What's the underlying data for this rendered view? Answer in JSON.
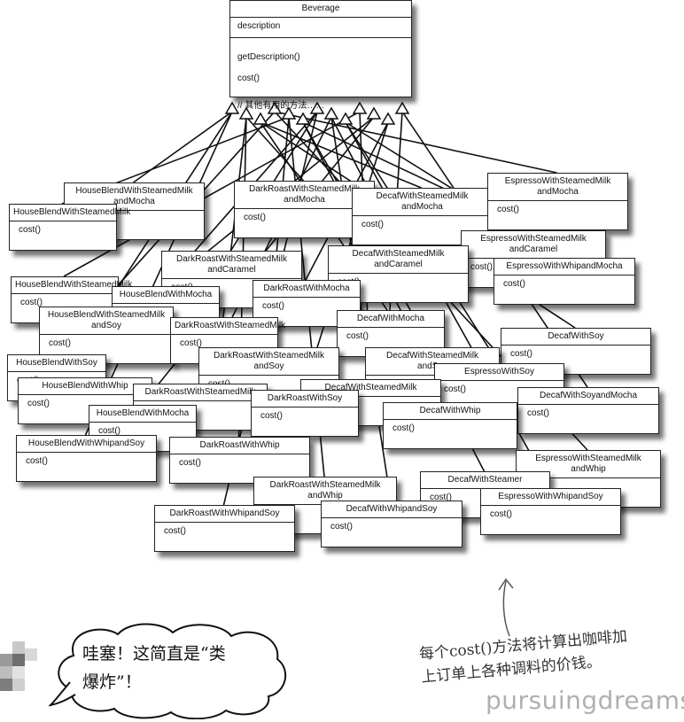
{
  "superclass": {
    "name": "Beverage",
    "attribute": "description",
    "methods": [
      "getDescription()",
      "cost()",
      "// 其他有用的方法……"
    ]
  },
  "method_label": "cost()",
  "subclasses": [
    "HouseBlendWithSteamedMilk\nandMocha",
    "DarkRoastWithSteamedMilk\nandMocha",
    "DecafWithSteamedMilk\nandMocha",
    "EspressoWithSteamedMilk\nandMocha",
    "HouseBlendWithSteamedMilk",
    "EspressoWithSteamedMilk\nandCaramel",
    "DarkRoastWithSteamedMilk\nandCaramel",
    "DecafWithSteamedMilk\nandCaramel",
    "EspressoWithWhipandMocha",
    "HouseBlendWithSteamedMilk",
    "HouseBlendWithMocha",
    "DarkRoastWithMocha",
    "DecafWithMocha",
    "HouseBlendWithSteamedMilk\nandSoy",
    "DarkRoastWithSteamedMilk",
    "DecafWithSoy",
    "HouseBlendWithSoy",
    "DarkRoastWithSteamedMilk\nandSoy",
    "DecafWithSteamedMilk\nandSoy",
    "HouseBlendWithWhip",
    "DarkRoastWithSteamedMilk",
    "EspressoWithSoy",
    "DecafWithSteamedMilk",
    "HouseBlendWithMocha",
    "DarkRoastWithSoy",
    "DecafWithSoyandMocha",
    "HouseBlendWithWhipandSoy",
    "DarkRoastWithWhip",
    "DecafWithWhip",
    "EspressoWithSteamedMilk\nandWhip",
    "DarkRoastWithSteamedMilk\nandWhip",
    "DecafWithSteamer",
    "DarkRoastWithWhipandSoy",
    "DecafWithWhipandSoy",
    "EspressoWithWhipandSoy"
  ],
  "bubble_text": [
    "哇塞！这简直是“类",
    "爆炸”！"
  ],
  "note_text": [
    "每个cost()方法将计算出咖啡加",
    "上订单上各种调料的价钱。"
  ],
  "watermark": "pursuingdreams"
}
